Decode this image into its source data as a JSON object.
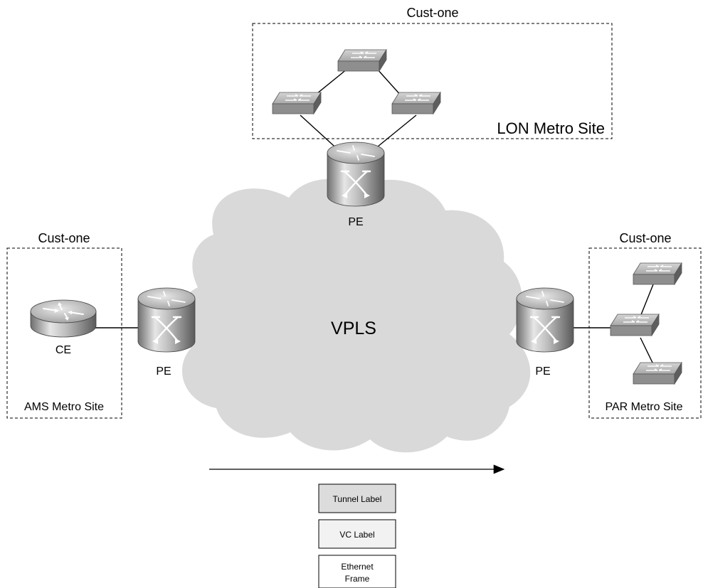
{
  "sites": {
    "lon": {
      "customer": "Cust-one",
      "name": "LON Metro Site"
    },
    "ams": {
      "customer": "Cust-one",
      "name": "AMS Metro Site"
    },
    "par": {
      "customer": "Cust-one",
      "name": "PAR Metro Site"
    }
  },
  "cloud": {
    "label": "VPLS"
  },
  "devices": {
    "pe_top": "PE",
    "pe_left": "PE",
    "pe_right": "PE",
    "ce": "CE"
  },
  "label_stack": {
    "tunnel": "Tunnel Label",
    "vc": "VC Label",
    "frame_line1": "Ethernet",
    "frame_line2": "Frame"
  },
  "colors": {
    "cloud": "#d9d9d9",
    "tunnel_box": "#dcdcdc",
    "vc_box": "#f2f2f2",
    "frame_box": "#ffffff"
  },
  "icons": {
    "pe": "pe-router-icon",
    "ce": "router-icon",
    "switch": "workgroup-switch-icon"
  }
}
